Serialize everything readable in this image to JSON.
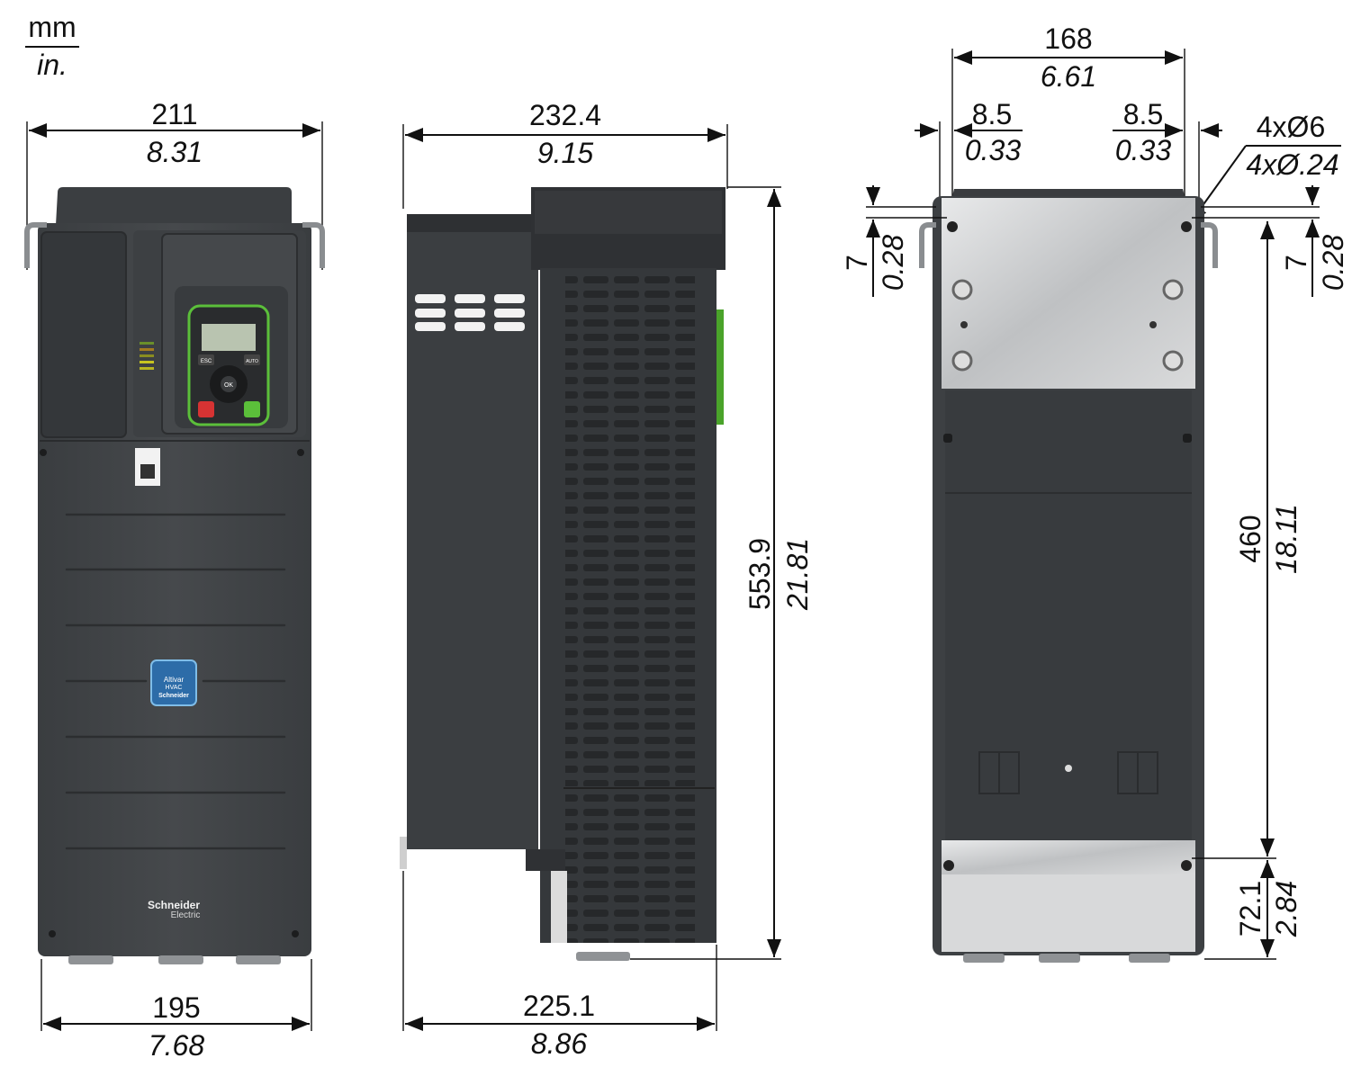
{
  "units": {
    "top": "mm",
    "bottom": "in."
  },
  "front_view": {
    "top_width": {
      "mm": "211",
      "in": "8.31"
    },
    "bottom_width": {
      "mm": "195",
      "in": "7.68"
    },
    "brand_text": "Schneider",
    "brand_sub": "Electric",
    "badge": {
      "line1": "Altivar",
      "line2": "HVAC",
      "line3": "Schneider"
    },
    "keypad": {
      "esc": "ESC",
      "auto": "AUTO",
      "ok": "OK"
    }
  },
  "side_view": {
    "top_depth": {
      "mm": "232.4",
      "in": "9.15"
    },
    "bottom_depth": {
      "mm": "225.1",
      "in": "8.86"
    },
    "height": {
      "mm": "553.9",
      "in": "21.81"
    }
  },
  "rear_view": {
    "hole_spacing": {
      "mm": "168",
      "in": "6.61"
    },
    "left_offset": {
      "mm": "8.5",
      "in": "0.33"
    },
    "right_offset": {
      "mm": "8.5",
      "in": "0.33"
    },
    "holes": {
      "mm": "4xØ6",
      "in": "4xØ.24"
    },
    "left_top_offset": {
      "mm": "7",
      "in": "0.28"
    },
    "right_top_offset": {
      "mm": "7",
      "in": "0.28"
    },
    "hole_height": {
      "mm": "460",
      "in": "18.11"
    },
    "bottom_section": {
      "mm": "72.1",
      "in": "2.84"
    }
  },
  "colors": {
    "housing": "#3f4245",
    "housing_dark": "#2b2d2f",
    "plate": "#c9cbcd",
    "accent_green": "#5bbf3a",
    "accent_blue": "#3d8fd1"
  }
}
